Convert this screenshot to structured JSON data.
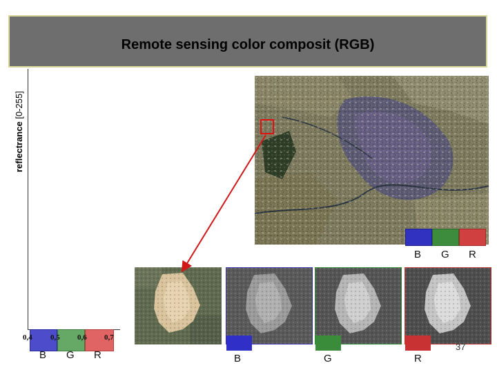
{
  "header": {
    "title": "Remote sensing color composit (RGB)"
  },
  "chart": {
    "ylabel_main": "reflectrance",
    "ylabel_range": "[0-255]",
    "ticks": [
      "0,4",
      "0,5",
      "0,6",
      "0,7"
    ],
    "bands": [
      "B",
      "G",
      "R"
    ]
  },
  "legend": {
    "labels": [
      "B",
      "G",
      "R"
    ]
  },
  "channels": {
    "labels": [
      "B",
      "G",
      "R"
    ]
  },
  "page": {
    "number": "37"
  },
  "colors": {
    "title_bar": "#6e6e6e",
    "title_border": "#d9d99a",
    "blue_band": "#3232c0",
    "green_band": "#3d8c3d",
    "red_band": "#d04040",
    "arrow": "#d01818"
  }
}
